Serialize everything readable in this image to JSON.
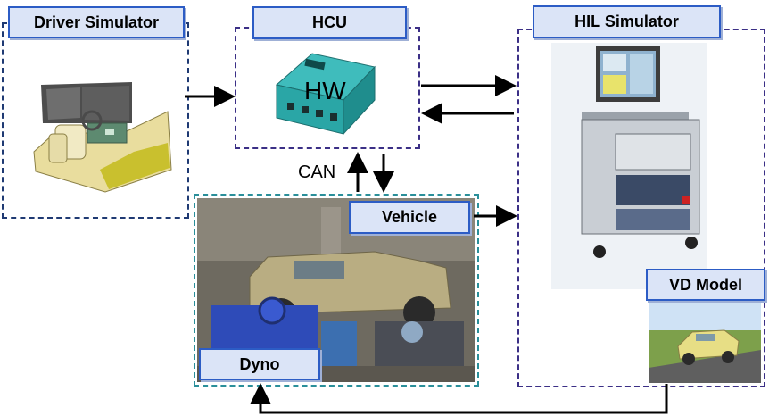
{
  "blocks": {
    "driver_simulator": "Driver Simulator",
    "hcu": "HCU",
    "hil_simulator": "HIL Simulator",
    "vehicle": "Vehicle",
    "dyno": "Dyno",
    "vd_model": "VD Model"
  },
  "annotations": {
    "hw": "HW",
    "can": "CAN"
  },
  "colors": {
    "label_fill": "#dbe4f7",
    "label_border": "#2c5cc5",
    "dashed_navy": "#1f3a73",
    "dashed_purple": "#3b2f86",
    "dashed_teal": "#2a8f9a",
    "hcu_box": "#2aa6a6",
    "arrow": "#000000"
  },
  "icons": [
    "driver-simulator-image",
    "hcu-hardware-image",
    "hil-rack-image",
    "vehicle-dyno-photo",
    "vd-model-image"
  ]
}
